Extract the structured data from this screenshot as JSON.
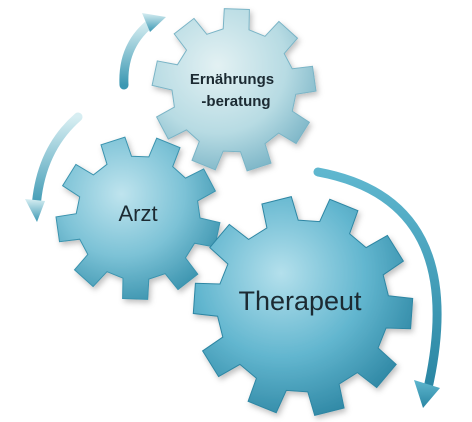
{
  "gears": {
    "nutrition": {
      "label_line1": "Ernährungs",
      "label_line2": "-beratung"
    },
    "doctor": {
      "label": "Arzt"
    },
    "therapist": {
      "label": "Therapeut"
    }
  },
  "colors": {
    "gear_light": "#cde7ec",
    "gear_mid": "#8fcbd9",
    "gear_dark": "#3f9db7",
    "gear_edge": "#2f7f96",
    "arrow_light": "#bfe2ea",
    "arrow_dark": "#3b98b3",
    "text": "#1a2b33"
  },
  "icons": [
    "arrow-curved-icon"
  ]
}
